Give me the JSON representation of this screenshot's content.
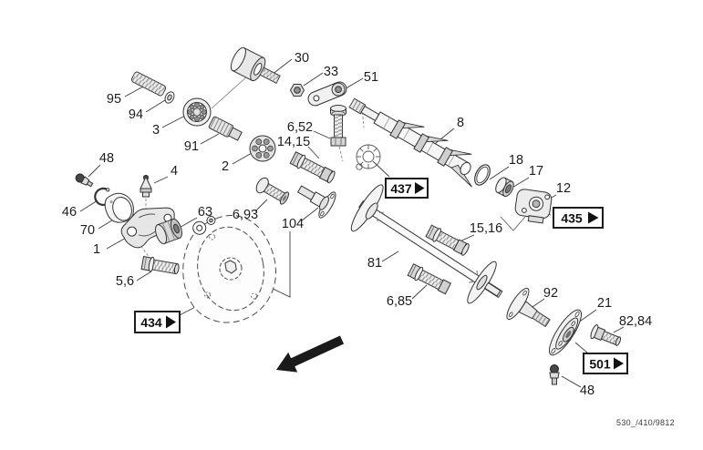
{
  "figure": {
    "type": "exploded-parts-diagram",
    "drawing_number": "530_/410/9812",
    "ink_color": "#2b2b2b",
    "background_color": "#ffffff",
    "direction_arrow": "solid-arrow-pointing-lower-left"
  },
  "part_labels": {
    "p30": "30",
    "p33": "33",
    "p51": "51",
    "p95": "95",
    "p94": "94",
    "p3": "3",
    "p91": "91",
    "p2": "2",
    "p6_52": "6,52",
    "p14_15": "14,15",
    "p8": "8",
    "p18": "18",
    "p17": "17",
    "p12": "12",
    "p48_top": "48",
    "p4": "4",
    "p46": "46",
    "p70": "70",
    "p1": "1",
    "p5_6": "5,6",
    "p63": "63",
    "p6_93": "6,93",
    "p104": "104",
    "p15_16": "15,16",
    "p81": "81",
    "p6_85": "6,85",
    "p92": "92",
    "p21": "21",
    "p82_84": "82,84",
    "p48_bottom": "48"
  },
  "ref_boxes": {
    "r434": "434",
    "r437": "437",
    "r435": "435",
    "r501": "501"
  }
}
